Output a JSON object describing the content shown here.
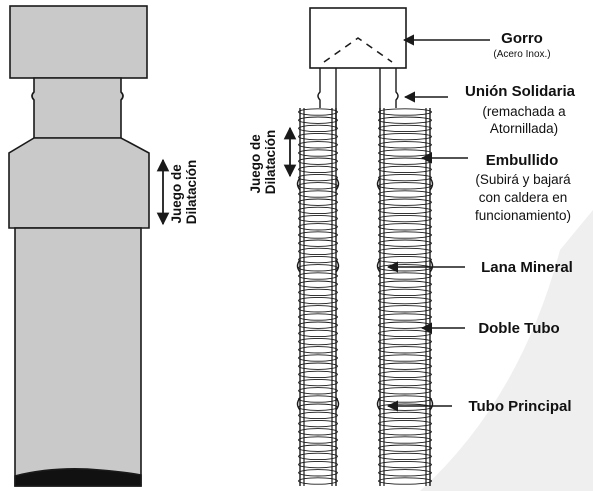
{
  "left_diagram": {
    "dilatation_label": [
      "Juego de",
      "Dilatación"
    ]
  },
  "right_diagram": {
    "dilatation_label": [
      "Juego de",
      "Dilatación"
    ]
  },
  "callouts": {
    "gorro": {
      "title": "Gorro",
      "sub": [
        "(Acero Inox.)"
      ]
    },
    "union": {
      "title": "Unión Solidaria",
      "sub": [
        "(remachada a",
        "Atornillada)"
      ]
    },
    "embullido": {
      "title": "Embullido",
      "sub": [
        "(Subirá y bajará",
        "con caldera en",
        "funcionamiento)"
      ]
    },
    "lana": {
      "title": "Lana Mineral",
      "sub": []
    },
    "doble": {
      "title": "Doble Tubo",
      "sub": []
    },
    "principal": {
      "title": "Tubo Principal",
      "sub": []
    }
  },
  "colors": {
    "pipe_fill": "#c9c9c9",
    "outline": "#1a1a1a",
    "watermark": "#eeeeee"
  }
}
